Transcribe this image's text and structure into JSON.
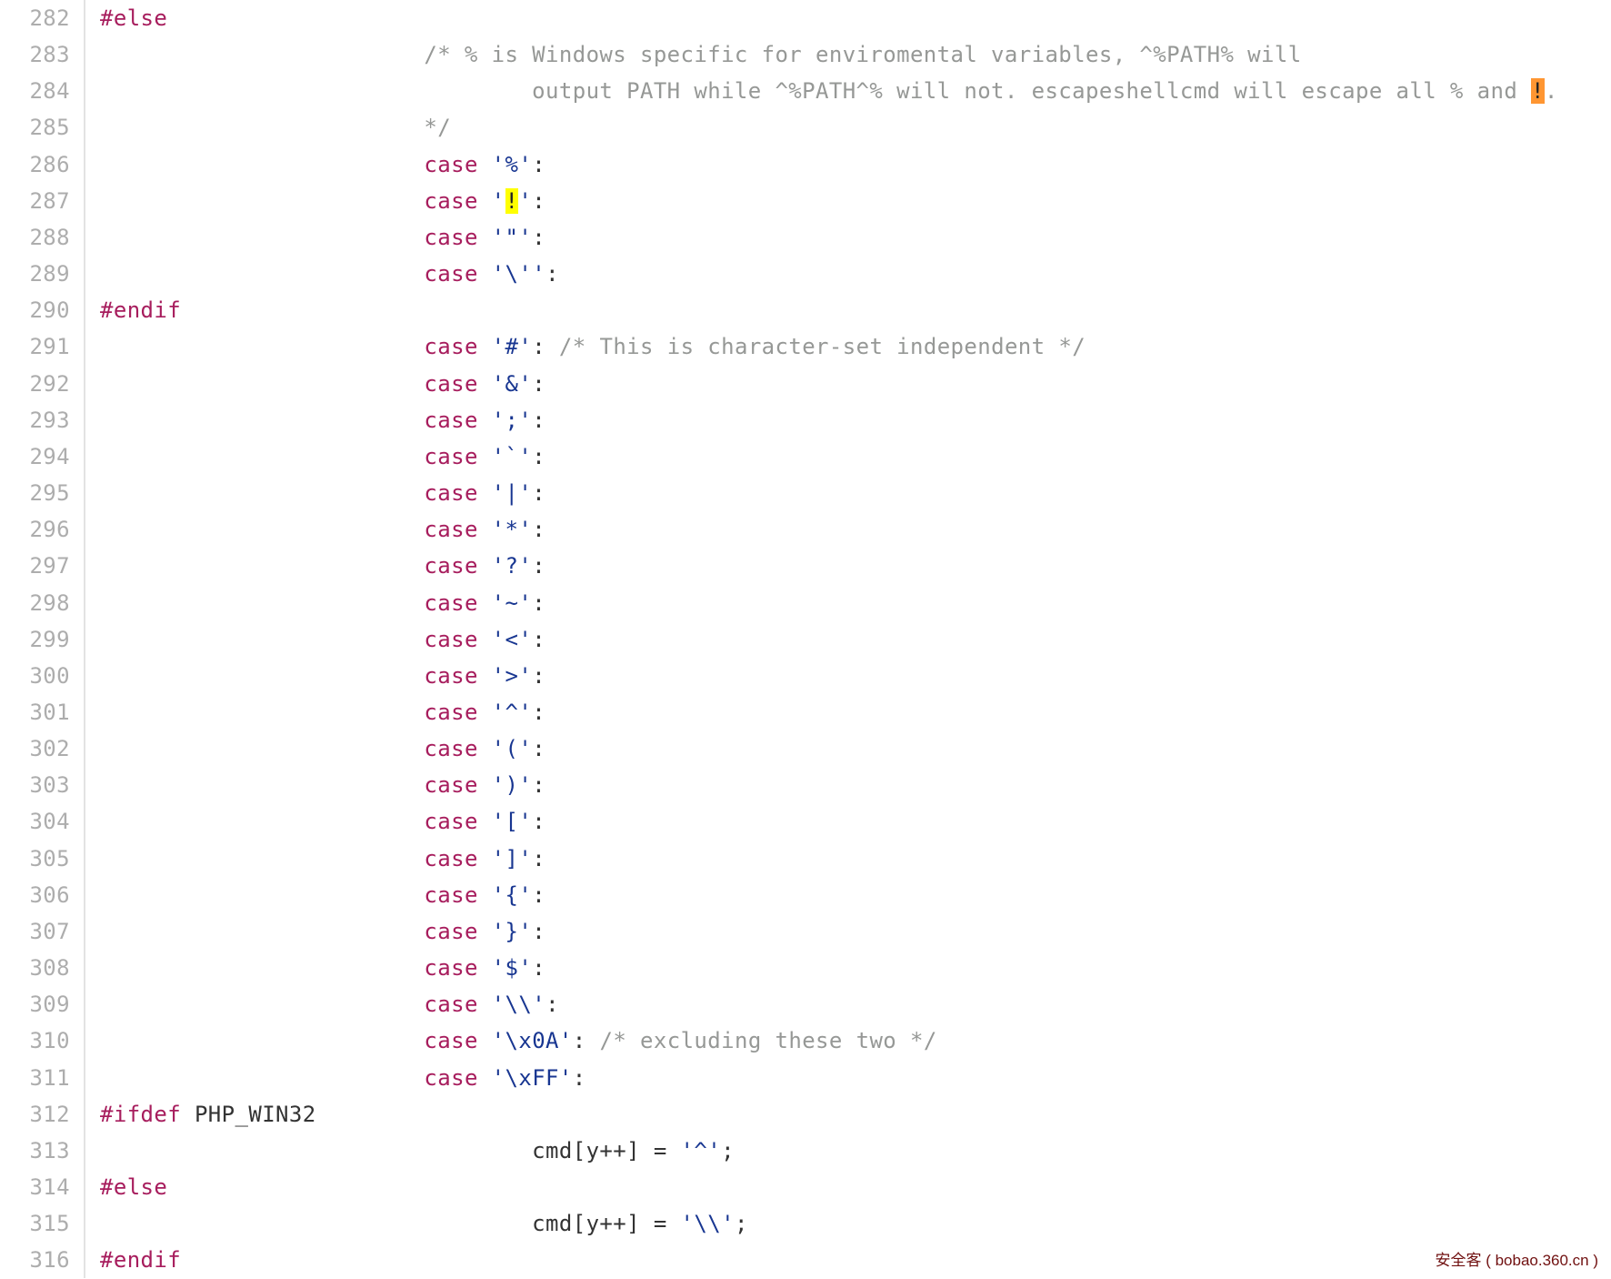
{
  "watermark": {
    "text": "安全客 ( bobao.360.cn )"
  },
  "colors": {
    "keyword": "#a71d5d",
    "string": "#183691",
    "comment": "#969896",
    "plain": "#333333",
    "line_number": "#adadad",
    "gutter_border": "#e3e3e3",
    "match_highlight_current": "#ff9632",
    "match_highlight_other": "#ffff00",
    "watermark": "#701010",
    "background": "#ffffff"
  },
  "code": {
    "language": "c",
    "lines": [
      {
        "num": "282",
        "segs": [
          [
            "k",
            "#else"
          ]
        ]
      },
      {
        "num": "283",
        "segs": [
          [
            "c",
            "                        /* % is Windows specific for enviromental variables, ^%PATH% will"
          ]
        ]
      },
      {
        "num": "284",
        "segs": [
          [
            "c",
            "                                output PATH while ^%PATH^% will not. escapeshellcmd will escape all % and "
          ],
          [
            "ho",
            "!"
          ],
          [
            "c",
            "."
          ]
        ]
      },
      {
        "num": "285",
        "segs": [
          [
            "c",
            "                        */"
          ]
        ]
      },
      {
        "num": "286",
        "segs": [
          [
            "p",
            "                        "
          ],
          [
            "k",
            "case"
          ],
          [
            "p",
            " "
          ],
          [
            "s",
            "'%'"
          ],
          [
            "p",
            ":"
          ]
        ]
      },
      {
        "num": "287",
        "segs": [
          [
            "p",
            "                        "
          ],
          [
            "k",
            "case"
          ],
          [
            "p",
            " "
          ],
          [
            "s",
            "'"
          ],
          [
            "hy",
            "!"
          ],
          [
            "s",
            "'"
          ],
          [
            "p",
            ":"
          ]
        ]
      },
      {
        "num": "288",
        "segs": [
          [
            "p",
            "                        "
          ],
          [
            "k",
            "case"
          ],
          [
            "p",
            " "
          ],
          [
            "s",
            "'\"'"
          ],
          [
            "p",
            ":"
          ]
        ]
      },
      {
        "num": "289",
        "segs": [
          [
            "p",
            "                        "
          ],
          [
            "k",
            "case"
          ],
          [
            "p",
            " "
          ],
          [
            "s",
            "'\\''"
          ],
          [
            "p",
            ":"
          ]
        ]
      },
      {
        "num": "290",
        "segs": [
          [
            "k",
            "#endif"
          ]
        ]
      },
      {
        "num": "291",
        "segs": [
          [
            "p",
            "                        "
          ],
          [
            "k",
            "case"
          ],
          [
            "p",
            " "
          ],
          [
            "s",
            "'#'"
          ],
          [
            "p",
            ":"
          ],
          [
            "c",
            " /* This is character-set independent */"
          ]
        ]
      },
      {
        "num": "292",
        "segs": [
          [
            "p",
            "                        "
          ],
          [
            "k",
            "case"
          ],
          [
            "p",
            " "
          ],
          [
            "s",
            "'&'"
          ],
          [
            "p",
            ":"
          ]
        ]
      },
      {
        "num": "293",
        "segs": [
          [
            "p",
            "                        "
          ],
          [
            "k",
            "case"
          ],
          [
            "p",
            " "
          ],
          [
            "s",
            "';'"
          ],
          [
            "p",
            ":"
          ]
        ]
      },
      {
        "num": "294",
        "segs": [
          [
            "p",
            "                        "
          ],
          [
            "k",
            "case"
          ],
          [
            "p",
            " "
          ],
          [
            "s",
            "'`'"
          ],
          [
            "p",
            ":"
          ]
        ]
      },
      {
        "num": "295",
        "segs": [
          [
            "p",
            "                        "
          ],
          [
            "k",
            "case"
          ],
          [
            "p",
            " "
          ],
          [
            "s",
            "'|'"
          ],
          [
            "p",
            ":"
          ]
        ]
      },
      {
        "num": "296",
        "segs": [
          [
            "p",
            "                        "
          ],
          [
            "k",
            "case"
          ],
          [
            "p",
            " "
          ],
          [
            "s",
            "'*'"
          ],
          [
            "p",
            ":"
          ]
        ]
      },
      {
        "num": "297",
        "segs": [
          [
            "p",
            "                        "
          ],
          [
            "k",
            "case"
          ],
          [
            "p",
            " "
          ],
          [
            "s",
            "'?'"
          ],
          [
            "p",
            ":"
          ]
        ]
      },
      {
        "num": "298",
        "segs": [
          [
            "p",
            "                        "
          ],
          [
            "k",
            "case"
          ],
          [
            "p",
            " "
          ],
          [
            "s",
            "'~'"
          ],
          [
            "p",
            ":"
          ]
        ]
      },
      {
        "num": "299",
        "segs": [
          [
            "p",
            "                        "
          ],
          [
            "k",
            "case"
          ],
          [
            "p",
            " "
          ],
          [
            "s",
            "'<'"
          ],
          [
            "p",
            ":"
          ]
        ]
      },
      {
        "num": "300",
        "segs": [
          [
            "p",
            "                        "
          ],
          [
            "k",
            "case"
          ],
          [
            "p",
            " "
          ],
          [
            "s",
            "'>'"
          ],
          [
            "p",
            ":"
          ]
        ]
      },
      {
        "num": "301",
        "segs": [
          [
            "p",
            "                        "
          ],
          [
            "k",
            "case"
          ],
          [
            "p",
            " "
          ],
          [
            "s",
            "'^'"
          ],
          [
            "p",
            ":"
          ]
        ]
      },
      {
        "num": "302",
        "segs": [
          [
            "p",
            "                        "
          ],
          [
            "k",
            "case"
          ],
          [
            "p",
            " "
          ],
          [
            "s",
            "'('"
          ],
          [
            "p",
            ":"
          ]
        ]
      },
      {
        "num": "303",
        "segs": [
          [
            "p",
            "                        "
          ],
          [
            "k",
            "case"
          ],
          [
            "p",
            " "
          ],
          [
            "s",
            "')'"
          ],
          [
            "p",
            ":"
          ]
        ]
      },
      {
        "num": "304",
        "segs": [
          [
            "p",
            "                        "
          ],
          [
            "k",
            "case"
          ],
          [
            "p",
            " "
          ],
          [
            "s",
            "'['"
          ],
          [
            "p",
            ":"
          ]
        ]
      },
      {
        "num": "305",
        "segs": [
          [
            "p",
            "                        "
          ],
          [
            "k",
            "case"
          ],
          [
            "p",
            " "
          ],
          [
            "s",
            "']'"
          ],
          [
            "p",
            ":"
          ]
        ]
      },
      {
        "num": "306",
        "segs": [
          [
            "p",
            "                        "
          ],
          [
            "k",
            "case"
          ],
          [
            "p",
            " "
          ],
          [
            "s",
            "'{'"
          ],
          [
            "p",
            ":"
          ]
        ]
      },
      {
        "num": "307",
        "segs": [
          [
            "p",
            "                        "
          ],
          [
            "k",
            "case"
          ],
          [
            "p",
            " "
          ],
          [
            "s",
            "'}'"
          ],
          [
            "p",
            ":"
          ]
        ]
      },
      {
        "num": "308",
        "segs": [
          [
            "p",
            "                        "
          ],
          [
            "k",
            "case"
          ],
          [
            "p",
            " "
          ],
          [
            "s",
            "'$'"
          ],
          [
            "p",
            ":"
          ]
        ]
      },
      {
        "num": "309",
        "segs": [
          [
            "p",
            "                        "
          ],
          [
            "k",
            "case"
          ],
          [
            "p",
            " "
          ],
          [
            "s",
            "'\\\\'"
          ],
          [
            "p",
            ":"
          ]
        ]
      },
      {
        "num": "310",
        "segs": [
          [
            "p",
            "                        "
          ],
          [
            "k",
            "case"
          ],
          [
            "p",
            " "
          ],
          [
            "s",
            "'\\x0A'"
          ],
          [
            "p",
            ":"
          ],
          [
            "c",
            " /* excluding these two */"
          ]
        ]
      },
      {
        "num": "311",
        "segs": [
          [
            "p",
            "                        "
          ],
          [
            "k",
            "case"
          ],
          [
            "p",
            " "
          ],
          [
            "s",
            "'\\xFF'"
          ],
          [
            "p",
            ":"
          ]
        ]
      },
      {
        "num": "312",
        "segs": [
          [
            "k",
            "#ifdef"
          ],
          [
            "p",
            " PHP_WIN32"
          ]
        ]
      },
      {
        "num": "313",
        "segs": [
          [
            "p",
            "                                cmd[y++] = "
          ],
          [
            "s",
            "'^'"
          ],
          [
            "p",
            ";"
          ]
        ]
      },
      {
        "num": "314",
        "segs": [
          [
            "k",
            "#else"
          ]
        ]
      },
      {
        "num": "315",
        "segs": [
          [
            "p",
            "                                cmd[y++] = "
          ],
          [
            "s",
            "'\\\\'"
          ],
          [
            "p",
            ";"
          ]
        ]
      },
      {
        "num": "316",
        "segs": [
          [
            "k",
            "#endif"
          ]
        ]
      }
    ]
  }
}
